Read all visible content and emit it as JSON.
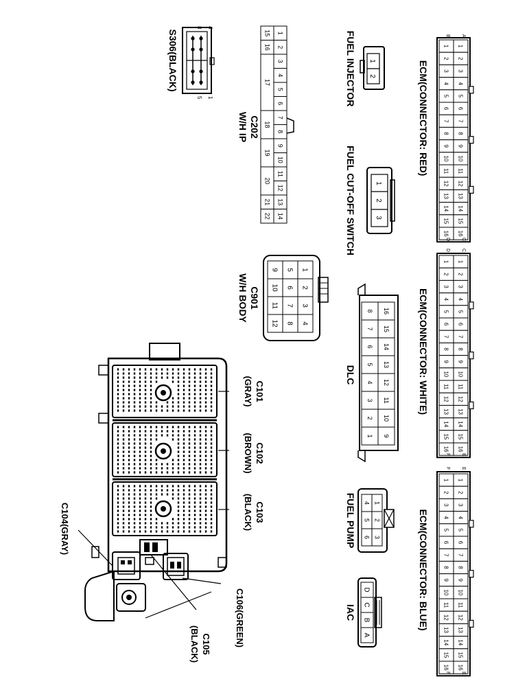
{
  "connectors": {
    "ecm_red": {
      "title": "ECM(CONNECTOR: RED)",
      "side_labels": [
        "A",
        "B",
        "C",
        "D"
      ],
      "pins": [
        "1",
        "2",
        "3",
        "4",
        "5",
        "6",
        "7",
        "8",
        "9",
        "10",
        "11",
        "12",
        "13",
        "14",
        "15",
        "16"
      ]
    },
    "ecm_white": {
      "title": "ECM(CONNECTOR: WHITE)",
      "side_labels": [
        "C",
        "D",
        "E",
        "F"
      ],
      "pins": [
        "1",
        "2",
        "3",
        "4",
        "5",
        "6",
        "7",
        "8",
        "9",
        "10",
        "11",
        "12",
        "13",
        "14",
        "15",
        "16"
      ]
    },
    "ecm_blue": {
      "title": "ECM(CONNECTOR: BLUE)",
      "side_labels": [
        "E",
        "F",
        "E",
        "F"
      ],
      "pins": [
        "1",
        "2",
        "3",
        "4",
        "5",
        "6",
        "7",
        "8",
        "9",
        "10",
        "11",
        "12",
        "13",
        "14",
        "15",
        "16"
      ]
    },
    "fuel_injector": {
      "title": "FUEL INJECTOR",
      "pins": [
        "1",
        "2"
      ]
    },
    "fuel_cutoff": {
      "title": "FUEL CUT-OFF SWITCH",
      "pins": [
        "1",
        "2",
        "3"
      ]
    },
    "fuel_pump": {
      "title": "FUEL PUMP",
      "pins": [
        "1",
        "2",
        "3",
        "4",
        "5",
        "6"
      ]
    },
    "iac": {
      "title": "IAC",
      "pins": [
        "D",
        "C",
        "B",
        "A"
      ]
    },
    "dlc": {
      "title": "DLC",
      "pins": [
        "16",
        "15",
        "14",
        "13",
        "12",
        "11",
        "10",
        "9",
        "8",
        "7",
        "6",
        "5",
        "4",
        "3",
        "2",
        "1"
      ]
    },
    "c202": {
      "title": "C202",
      "subtitle": "W/H IP",
      "top_pins": [
        "1",
        "2",
        "3",
        "4",
        "5",
        "6",
        "7",
        "8",
        "9",
        "10",
        "11",
        "12",
        "13",
        "14"
      ],
      "bottom_pins": [
        "15",
        "16",
        "17",
        "18",
        "19",
        "20",
        "21",
        "22"
      ]
    },
    "c901": {
      "title": "C901",
      "subtitle": "W/H BODY",
      "pins": [
        "1",
        "2",
        "3",
        "4",
        "5",
        "6",
        "7",
        "8",
        "9",
        "10",
        "11",
        "12"
      ]
    },
    "s306": {
      "title": "S306(BLACK)",
      "pin_labels": [
        "4",
        "8",
        "1",
        "5"
      ]
    },
    "junction_block": {
      "c101": [
        "C101",
        "(GRAY)"
      ],
      "c102": [
        "C102",
        "(BROWN)"
      ],
      "c103": [
        "C103",
        "(BLACK)"
      ],
      "c104": "C104(GRAY)",
      "c105": [
        "C105",
        "(BLACK)"
      ],
      "c106": "C106(GREEN)"
    }
  }
}
